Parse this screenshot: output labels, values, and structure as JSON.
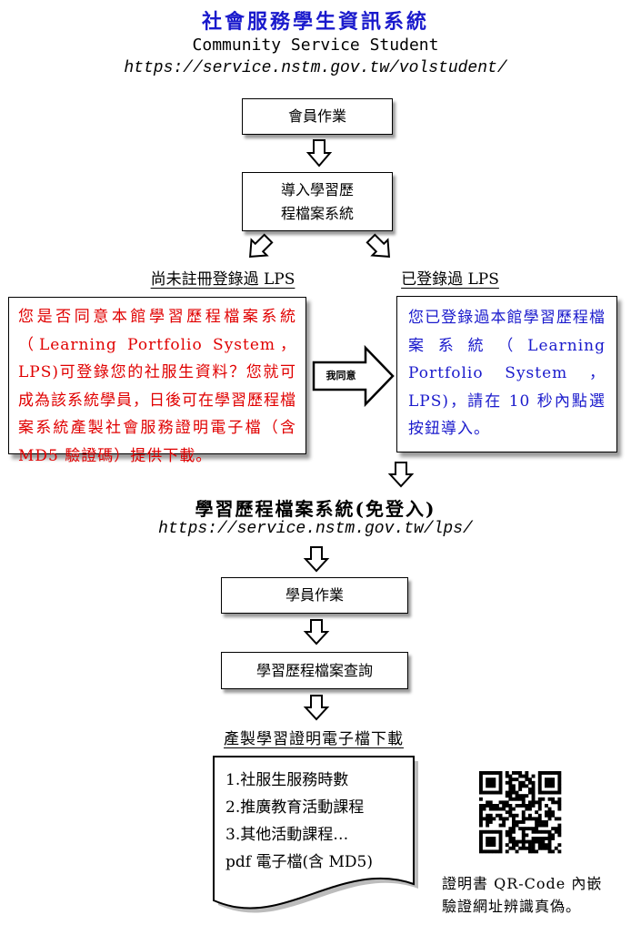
{
  "header": {
    "title": "社會服務學生資訊系統",
    "subtitle": "Community Service Student",
    "url": "https://service.nstm.gov.tw/volstudent/"
  },
  "steps": {
    "member": "會員作業",
    "import_line1": "導入學習歷",
    "import_line2": "程檔案系統"
  },
  "branches": {
    "not_registered_label": "尚未註冊登錄過 LPS",
    "registered_label": "已登錄過 LPS",
    "not_registered_text": "您是否同意本館學習歷程檔案系統（Learning Portfolio System，LPS)可登錄您的社服生資料？您就可成為該系統學員，日後可在學習歷程檔案系統產製社會服務證明電子檔（含 MD5 驗證碼）提供下載。",
    "agree_arrow_label": "我同意",
    "registered_text": "您已登錄過本館學習歷程檔案系統（Learning Portfolio System ，LPS)，請在 10 秒內點選按鈕導入。",
    "not_registered_color": "#e00000",
    "registered_color": "#1a1acc"
  },
  "lps": {
    "title": "學習歷程檔案系統(免登入)",
    "url": "https://service.nstm.gov.tw/lps/",
    "student_ops": "學員作業",
    "query": "學習歷程檔案查詢",
    "download_label": "產製學習證明電子檔下載",
    "document_items": [
      "1.社服生服務時數",
      "2.推廣教育活動課程",
      "3.其他活動課程…",
      "pdf 電子檔(含 MD5)"
    ],
    "qr_caption_line1": "證明書 QR-Code 內嵌",
    "qr_caption_line2": "驗證網址辨識真偽。"
  },
  "colors": {
    "title": "#1a1acc"
  }
}
